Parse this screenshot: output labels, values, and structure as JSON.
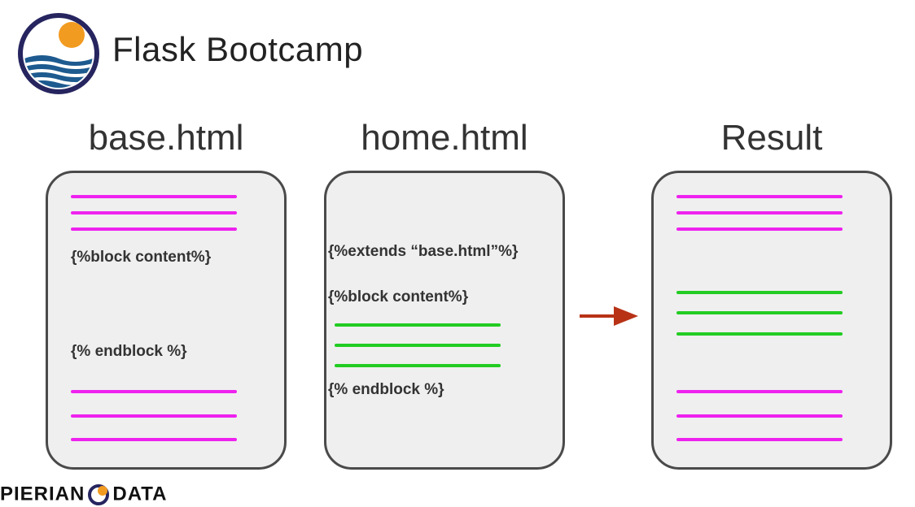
{
  "header": {
    "title": "Flask Bootcamp",
    "logo_icon": "sunset-waves-logo-icon"
  },
  "columns": [
    {
      "title": "base.html",
      "code_lines": [
        "{%block content%}",
        "{% endblock %}"
      ]
    },
    {
      "title": "home.html",
      "code_lines": [
        "{%extends “base.html”%}",
        "{%block content%}",
        "{% endblock %}"
      ]
    },
    {
      "title": "Result",
      "code_lines": []
    }
  ],
  "arrow_icon": "right-arrow-icon",
  "footer": {
    "brand_left": "PIERIAN",
    "brand_right": "DATA",
    "brand_icon": "pierian-logo-icon"
  },
  "colors": {
    "base_lines": "#ee22ee",
    "home_lines": "#22cc22",
    "arrow": "#b83216",
    "panel_bg": "#efefef",
    "panel_border": "#4a4a4a"
  }
}
